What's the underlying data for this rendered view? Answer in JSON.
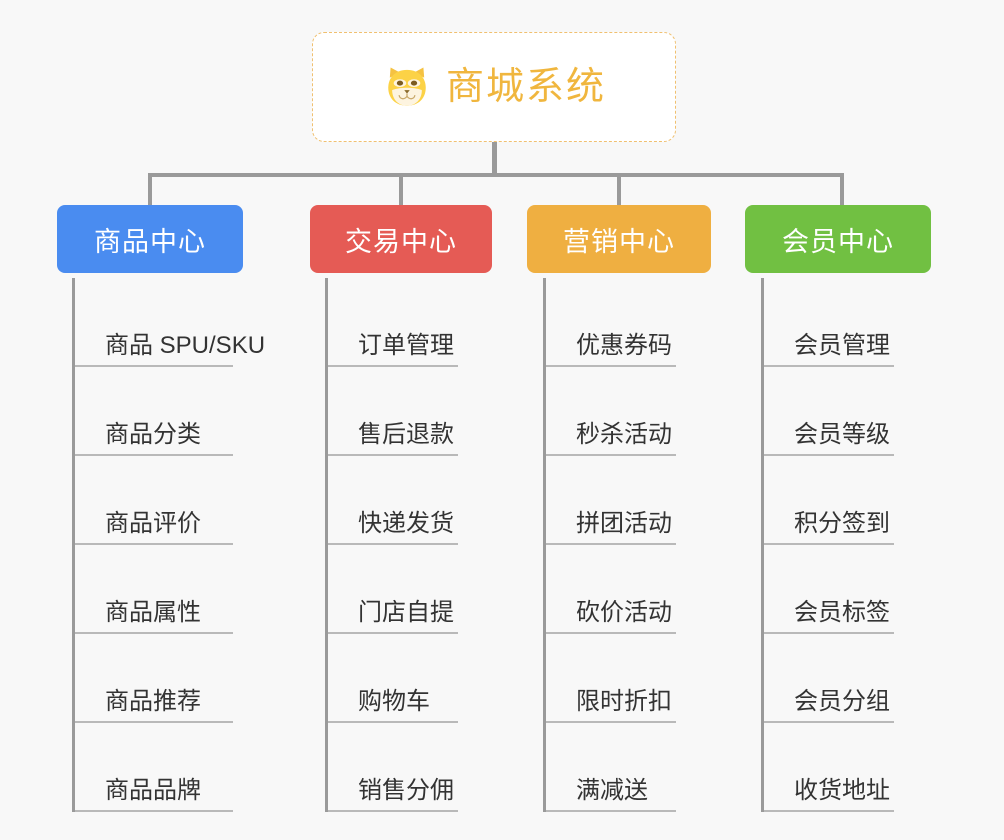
{
  "background_color": "#f8f8f8",
  "root": {
    "title": "商城系统",
    "icon": "dog-face-icon",
    "text_color": "#f0b63e",
    "border_color": "#f0c070",
    "background_color": "#ffffff"
  },
  "connector_color": "#9a9a9a",
  "leaf_text_color": "#333333",
  "leaf_divider_color": "#b9b9b9",
  "categories": [
    {
      "label": "商品中心",
      "color": "#4a8cf0",
      "items": [
        "商品 SPU/SKU",
        "商品分类",
        "商品评价",
        "商品属性",
        "商品推荐",
        "商品品牌"
      ]
    },
    {
      "label": "交易中心",
      "color": "#e55b55",
      "items": [
        "订单管理",
        "售后退款",
        "快递发货",
        "门店自提",
        "购物车",
        "销售分佣"
      ]
    },
    {
      "label": "营销中心",
      "color": "#efaf41",
      "items": [
        "优惠券码",
        "秒杀活动",
        "拼团活动",
        "砍价活动",
        "限时折扣",
        "满减送"
      ]
    },
    {
      "label": "会员中心",
      "color": "#71c042",
      "items": [
        "会员管理",
        "会员等级",
        "积分签到",
        "会员标签",
        "会员分组",
        "收货地址"
      ]
    }
  ]
}
